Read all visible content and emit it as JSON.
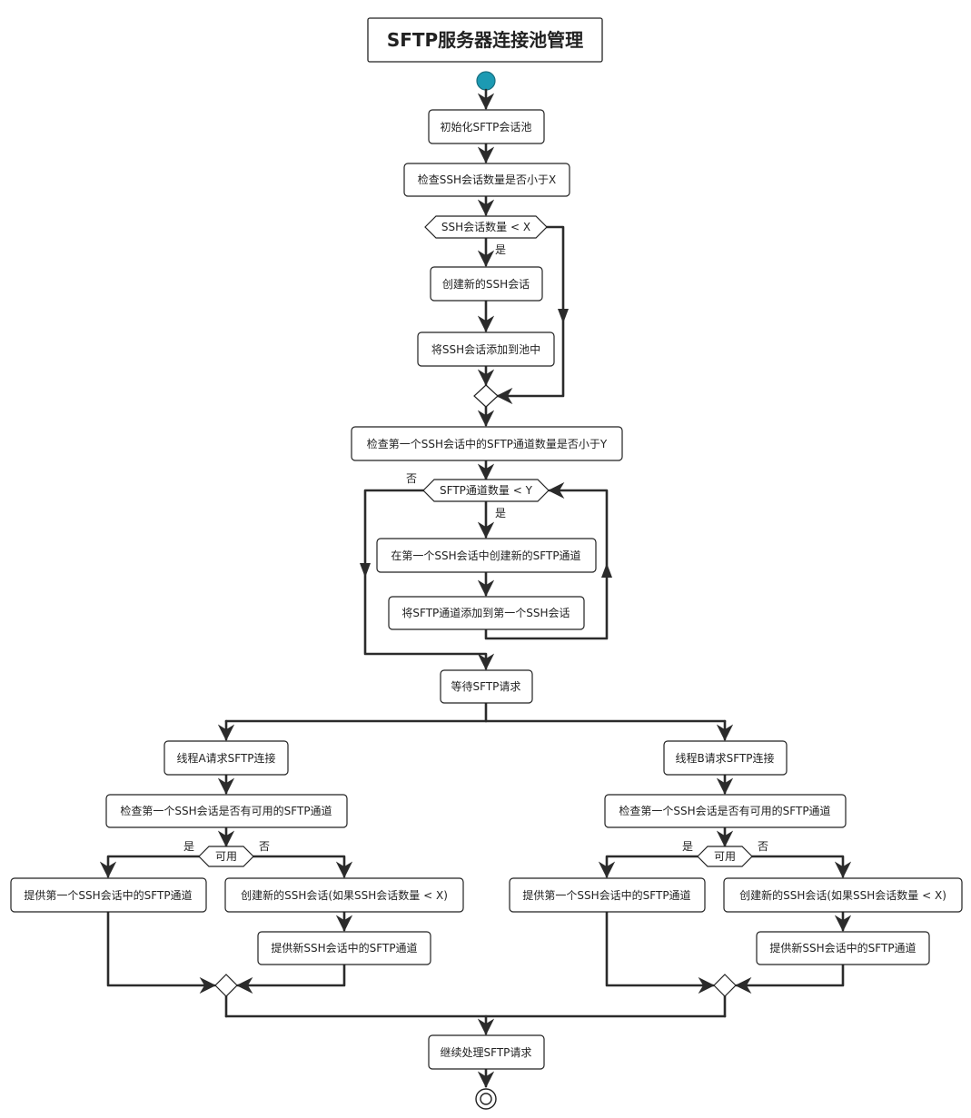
{
  "title": "SFTP服务器连接池管理",
  "nodes": {
    "init": "初始化SFTP会话池",
    "check_ssh": "检查SSH会话数量是否小于X",
    "cond_ssh": "SSH会话数量 < X",
    "create_ssh": "创建新的SSH会话",
    "add_ssh": "将SSH会话添加到池中",
    "check_sftp": "检查第一个SSH会话中的SFTP通道数量是否小于Y",
    "cond_sftp": "SFTP通道数量 < Y",
    "create_sftp": "在第一个SSH会话中创建新的SFTP通道",
    "add_sftp": "将SFTP通道添加到第一个SSH会话",
    "wait": "等待SFTP请求",
    "thread_a": "线程A请求SFTP连接",
    "check_a": "检查第一个SSH会话是否有可用的SFTP通道",
    "cond_a": "可用",
    "provide_first_a": "提供第一个SSH会话中的SFTP通道",
    "create_new_a": "创建新的SSH会话(如果SSH会话数量 < X)",
    "provide_new_a": "提供新SSH会话中的SFTP通道",
    "thread_b": "线程B请求SFTP连接",
    "check_b": "检查第一个SSH会话是否有可用的SFTP通道",
    "cond_b": "可用",
    "provide_first_b": "提供第一个SSH会话中的SFTP通道",
    "create_new_b": "创建新的SSH会话(如果SSH会话数量 < X)",
    "provide_new_b": "提供新SSH会话中的SFTP通道",
    "continue": "继续处理SFTP请求"
  },
  "labels": {
    "yes": "是",
    "no": "否"
  },
  "colors": {
    "start": "#1c9ab3",
    "line": "#2b2b2b"
  }
}
